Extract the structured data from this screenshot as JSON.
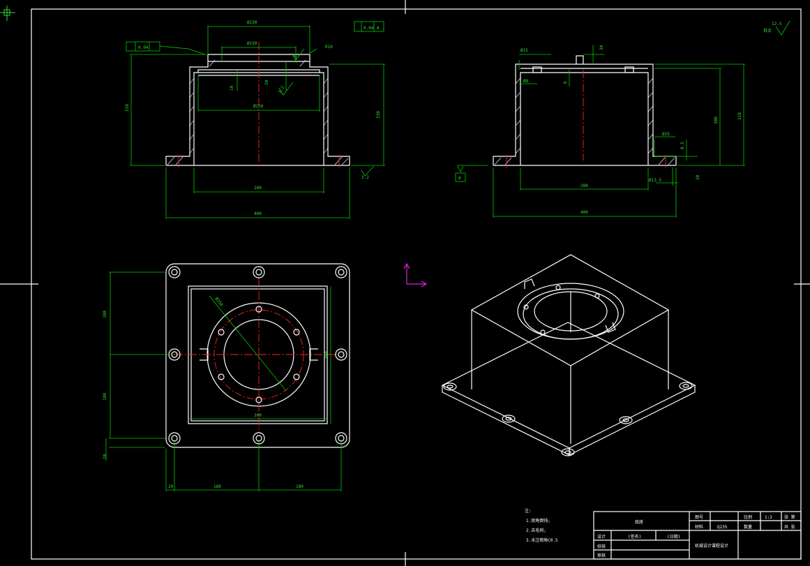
{
  "drawing": {
    "title": "底座",
    "surface_finish_other": "其余",
    "surface_finish_main": "12.5",
    "datum": "A"
  },
  "notes": {
    "header": "注:",
    "items": [
      "1.锐角倒钝;",
      "2.去毛刺;",
      "3.未注倒角C0.5"
    ]
  },
  "title_block": {
    "drawing_no_label": "图号",
    "material_label": "材料",
    "material": "Q235",
    "scale_label": "比例",
    "scale": "1:2",
    "qty_label": "数量",
    "sheet_label": "张 第",
    "sheet_total_label": "共 张",
    "design_label": "设计",
    "design_name": "(签名)",
    "design_date": "(日期)",
    "check_label": "校核",
    "review_label": "审核",
    "school": "机械设计课程设计"
  },
  "front_view": {
    "tol_left": "0.04",
    "tol_right": "0.04",
    "tol_datum": "A",
    "dim_top": "Ø230",
    "dim_inner_top": "Ø150",
    "dim_r": "R10",
    "dim_inner": "Ø250",
    "dim_base_inner": "280",
    "dim_base": "400",
    "dim_height_left": "310",
    "dim_height_right": "330",
    "dim_10": "10",
    "dim_20": "20",
    "rough_top": "3.2",
    "rough_mid": "3.2",
    "rough_bottom": "3.2"
  },
  "side_view": {
    "dim_15": "Ø15",
    "dim_8": "Ø8",
    "dim_6": "6",
    "dim_30": "30",
    "dim_300": "300",
    "dim_310": "310",
    "dim_25": "Ø25",
    "dim_05": "0.5",
    "dim_135": "Ø13.5",
    "dim_20": "20",
    "dim_280": "280",
    "dim_400": "400",
    "datum": "A"
  },
  "top_view": {
    "dim_v1": "180",
    "dim_v2": "180",
    "dim_v3": "20",
    "dim_h1": "20",
    "dim_h2": "180",
    "dim_h3": "180",
    "dim_inner_w": "300",
    "dim_inner_h": "300",
    "dim_dia": "Ø250"
  }
}
